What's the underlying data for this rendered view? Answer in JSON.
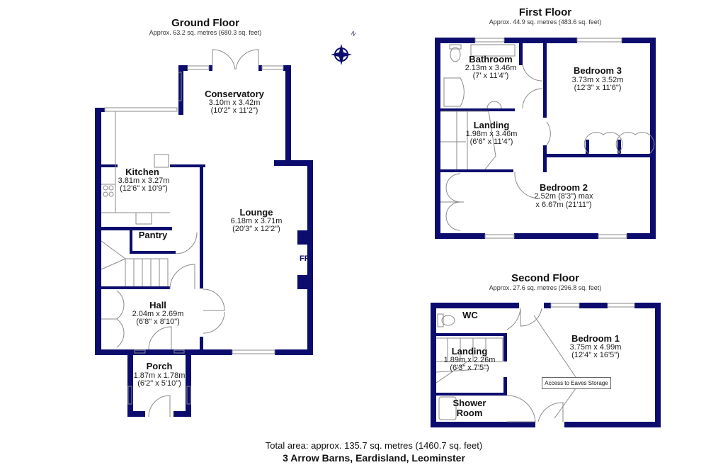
{
  "colors": {
    "wall": "#0c0c6e",
    "fixture": "#8a8a8a"
  },
  "ground_floor": {
    "title": "Ground Floor",
    "area": "Approx. 63.2 sq. metres (680.3 sq. feet)",
    "rooms": {
      "conservatory": {
        "name": "Conservatory",
        "metric": "3.10m x 3.42m",
        "imperial": "(10'2\" x 11'2\")"
      },
      "kitchen": {
        "name": "Kitchen",
        "metric": "3.81m x 3.27m",
        "imperial": "(12'6\" x 10'9\")"
      },
      "lounge": {
        "name": "Lounge",
        "metric": "6.18m x 3.71m",
        "imperial": "(20'3\" x 12'2\")"
      },
      "pantry": {
        "name": "Pantry"
      },
      "hall": {
        "name": "Hall",
        "metric": "2.04m x 2.69m",
        "imperial": "(6'8\" x 8'10\")"
      },
      "porch": {
        "name": "Porch",
        "metric": "1.87m x 1.78m",
        "imperial": "(6'2\" x 5'10\")"
      }
    },
    "fireplace": "FP"
  },
  "first_floor": {
    "title": "First Floor",
    "area": "Approx. 44.9 sq. metres (483.6 sq. feet)",
    "rooms": {
      "bathroom": {
        "name": "Bathroom",
        "metric": "2.13m x 3.46m",
        "imperial": "(7' x 11'4\")"
      },
      "bedroom3": {
        "name": "Bedroom 3",
        "metric": "3.73m x 3.52m",
        "imperial": "(12'3\" x 11'6\")"
      },
      "landing": {
        "name": "Landing",
        "metric": "1.98m x 3.46m",
        "imperial": "(6'6\" x 11'4\")"
      },
      "bedroom2": {
        "name": "Bedroom 2",
        "metric": "2.52m (8'3\") max",
        "imperial": "x 6.67m (21'11\")"
      }
    }
  },
  "second_floor": {
    "title": "Second Floor",
    "area": "Approx. 27.6 sq. metres (296.8 sq. feet)",
    "rooms": {
      "wc": {
        "name": "WC"
      },
      "bedroom1": {
        "name": "Bedroom 1",
        "metric": "3.75m x 4.99m",
        "imperial": "(12'4\" x 16'5\")"
      },
      "landing": {
        "name": "Landing",
        "metric": "1.89m x 2.26m",
        "imperial": "(6'3\" x 7'5\")"
      },
      "shower": {
        "name1": "Shower",
        "name2": "Room"
      }
    },
    "eaves_label": "Access to Eaves Storage"
  },
  "footer": {
    "total": "Total area: approx. 135.7 sq. metres (1460.7 sq. feet)",
    "address": "3 Arrow Barns, Eardisland, Leominster"
  },
  "compass": {
    "label": "N"
  }
}
